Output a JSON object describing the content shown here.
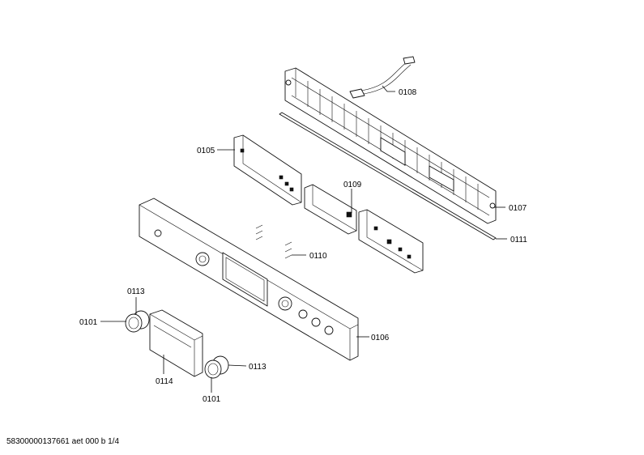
{
  "labels": {
    "p0108": "0108",
    "p0105": "0105",
    "p0109": "0109",
    "p0107": "0107",
    "p0111": "0111",
    "p0110": "0110",
    "p0113a": "0113",
    "p0101a": "0101",
    "p0106": "0106",
    "p0114": "0114",
    "p0113b": "0113",
    "p0101b": "0101"
  },
  "footer": "58300000137661 aet 000 b 1/4"
}
